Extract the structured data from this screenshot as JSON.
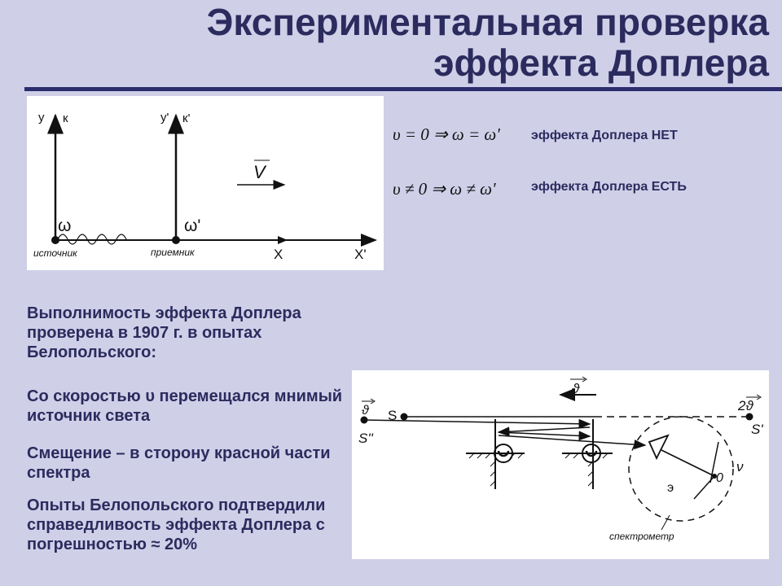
{
  "title": {
    "line1": "Экспериментальная проверка",
    "line2": "эффекта Доплера"
  },
  "frames_diagram": {
    "axis_y": "y",
    "axis_k": "к",
    "axis_y_prime": "y'",
    "axis_k_prime": "к'",
    "velocity": "V",
    "omega": "ω",
    "omega_prime": "ω'",
    "source_label": "источник",
    "receiver_label": "приемник",
    "axis_x": "X",
    "axis_x_prime": "X'"
  },
  "formulas": [
    {
      "expr": "υ = 0 ⇒ ω = ω'",
      "note": "эффекта Доплера НЕТ"
    },
    {
      "expr": "υ ≠ 0 ⇒ ω ≠ ω'",
      "note": "эффекта Доплера ЕСТЬ"
    }
  ],
  "paragraphs": {
    "p1": "Выполнимость эффекта Доплера проверена в 1907 г. в опытах Белопольского:",
    "p2": "Со скоростью υ перемещался мнимый источник света",
    "p3": "Смещение – в сторону красной части спектра",
    "p4": "Опыты Белопольского подтвердили справедливость эффекта Доплера с погрешностью ≈ 20%"
  },
  "apparatus_diagram": {
    "velocity_top": "ϑ",
    "velocity_left": "ϑ",
    "velocity_right": "2ϑ",
    "S": "S",
    "S_double_prime": "S''",
    "S_prime": "S'",
    "zero": "0",
    "nu_symbol": "ν",
    "e_label": "э",
    "spectrometer_label": "спектрометр"
  }
}
